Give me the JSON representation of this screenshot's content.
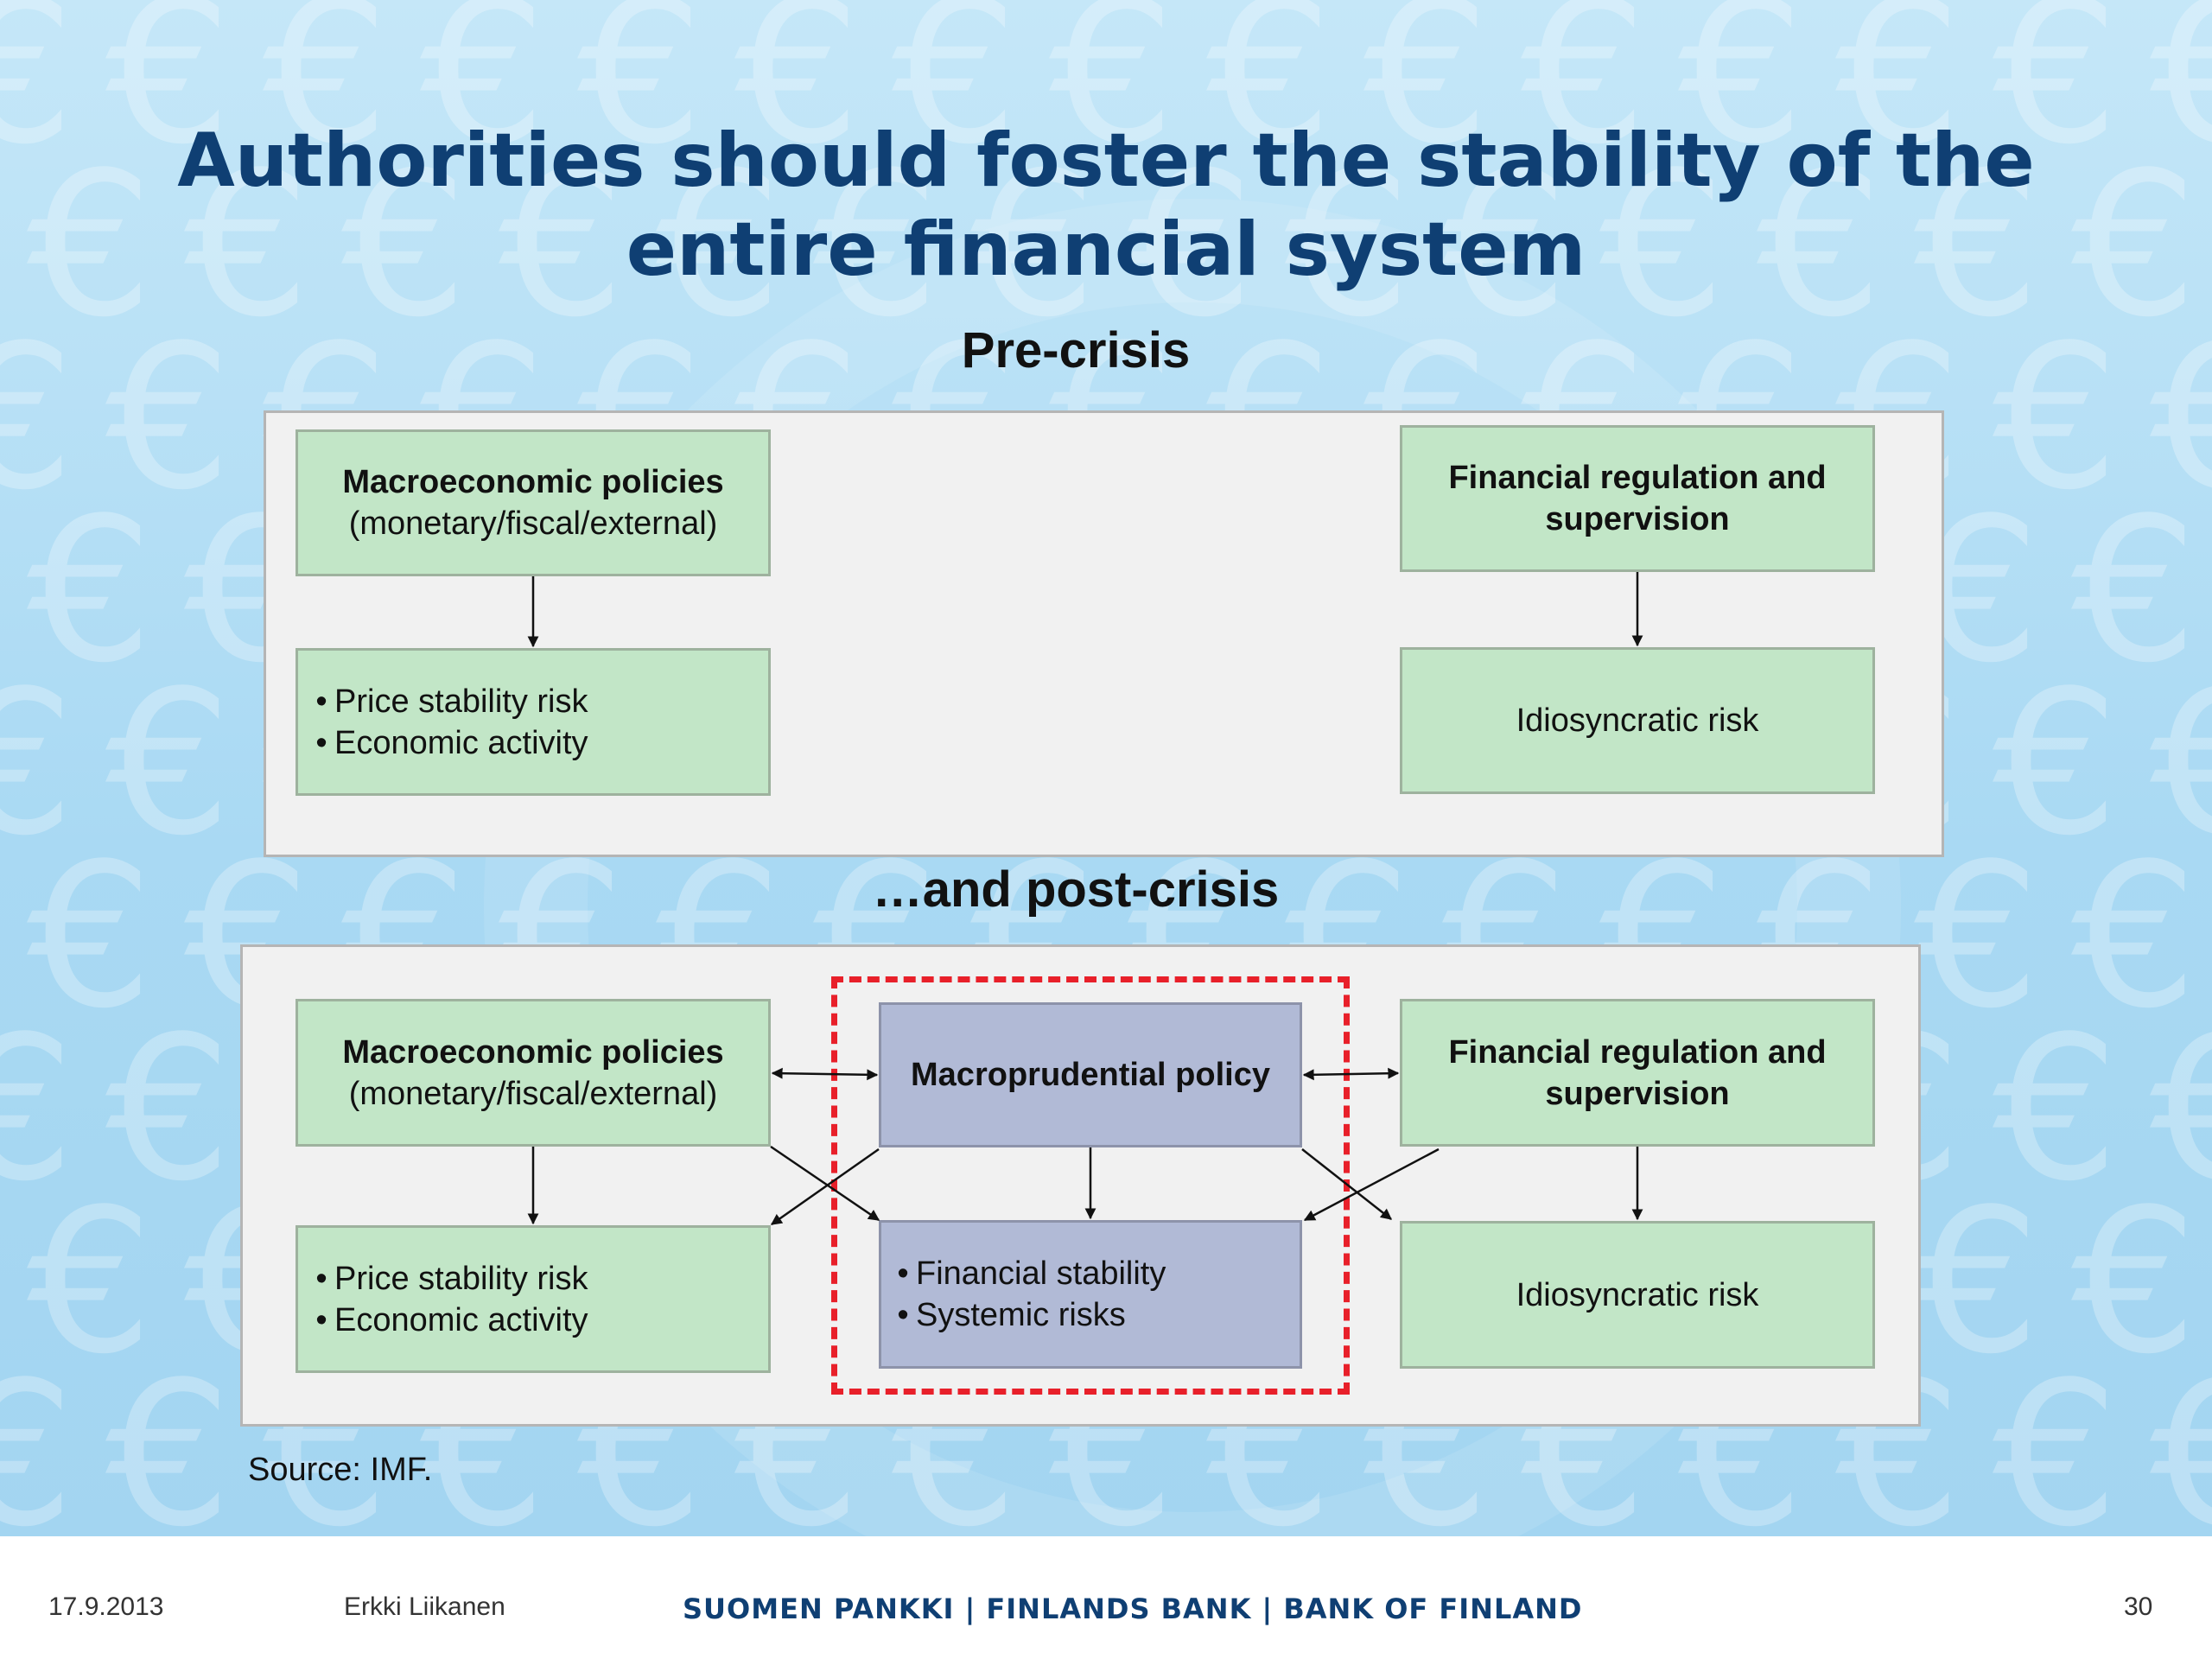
{
  "slide": {
    "title": "Authorities should foster the stability of the entire financial system",
    "source": "Source: IMF."
  },
  "pre_crisis": {
    "heading": "Pre-crisis",
    "macro_title": "Macroeconomic policies",
    "macro_sub": "(monetary/fiscal/external)",
    "macro_outcomes": [
      "Price stability risk",
      "Economic activity"
    ],
    "fin_reg": "Financial regulation and supervision",
    "fin_outcome": "Idiosyncratic risk"
  },
  "post_crisis": {
    "heading": "…and post-crisis",
    "macro_title": "Macroeconomic policies",
    "macro_sub": "(monetary/fiscal/external)",
    "macro_outcomes": [
      "Price stability risk",
      "Economic activity"
    ],
    "macroprudential": "Macroprudential policy",
    "macroprudential_outcomes": [
      "Financial stability",
      "Systemic risks"
    ],
    "fin_reg": "Financial regulation and supervision",
    "fin_outcome": "Idiosyncratic risk"
  },
  "footer": {
    "date": "17.9.2013",
    "author": "Erkki Liikanen",
    "bank": "SUOMEN PANKKI | FINLANDS BANK | BANK OF FINLAND",
    "page": "30"
  },
  "colors": {
    "title": "#0f3f73",
    "green_box": "#c2e6c7",
    "blue_box": "#b1bad6",
    "dashed_border": "#e8202a",
    "panel": "#f1f1f1"
  }
}
